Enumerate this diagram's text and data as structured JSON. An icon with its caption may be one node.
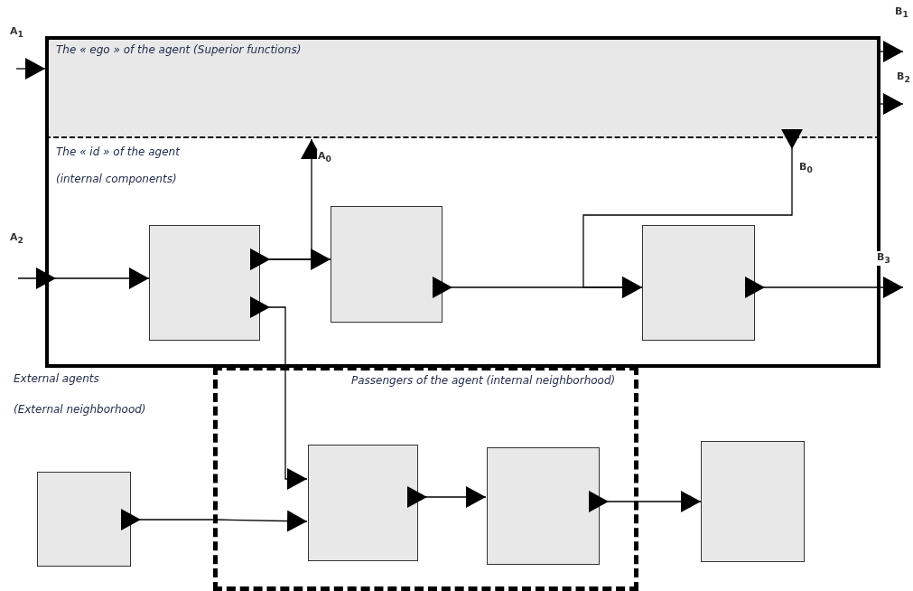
{
  "diagram": {
    "nodes": [
      {
        "text": [
          "The « ego » of the agent (Superior functions)"
        ]
      },
      {
        "text": [
          "The « id » of the agent",
          "(internal components)"
        ]
      },
      {
        "text": [],
        "shape": "box",
        "in": 1
      },
      {
        "text": [],
        "shape": "box",
        "in": 1
      },
      {
        "text": [],
        "shape": "box",
        "in": 1
      },
      {
        "text": [
          "Passengers of the agent (internal neighborhood)"
        ]
      },
      {
        "text": [],
        "shape": "box"
      },
      {
        "text": [],
        "shape": "box",
        "in": 5
      },
      {
        "text": [],
        "shape": "box",
        "in": 5
      },
      {
        "text": [],
        "shape": "box"
      }
    ],
    "edges": [
      {
        "from": null,
        "to": 0,
        "arrow": "to",
        "label": "A$_{1}$"
      },
      {
        "from": 0,
        "to": null,
        "arrow": "to",
        "label": "B$_{1}$"
      },
      {
        "from": 0,
        "to": null,
        "arrow": "to",
        "label": "B$_{2}$"
      },
      {
        "from": null,
        "to": 2,
        "arrow": "to",
        "label": "A$_{2}$"
      },
      {
        "from": 2,
        "to": 3,
        "arrow": "to"
      },
      {
        "from": 2,
        "to": 0,
        "arrow": "to",
        "label": "A$_{0}$"
      },
      {
        "from": 3,
        "to": 4,
        "arrow": "to"
      },
      {
        "from": 0,
        "to": 4,
        "arrow": "to",
        "label": "B$_{0}$"
      },
      {
        "from": 4,
        "to": null,
        "arrow": "to",
        "label": "B$_{3}$"
      },
      {
        "from": 2,
        "to": 7,
        "arrow": "to"
      },
      {
        "from": 6,
        "to": 7,
        "arrow": "to"
      },
      {
        "from": 7,
        "to": 8,
        "arrow": "to"
      },
      {
        "from": 8,
        "to": 9,
        "arrow": "to"
      }
    ],
    "labels": [
      "External agents",
      "(External neighborhood)"
    ]
  }
}
